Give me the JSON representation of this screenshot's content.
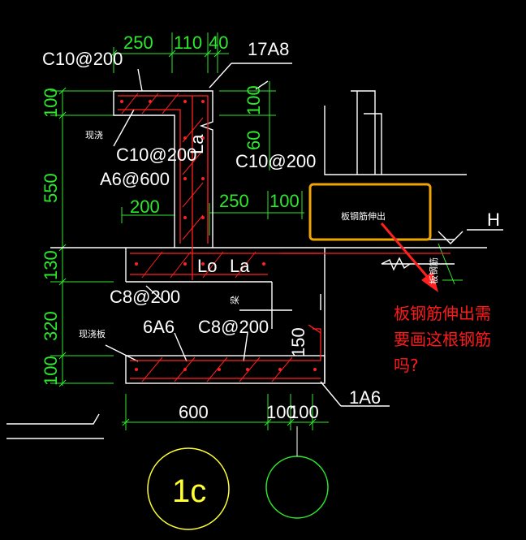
{
  "drawing": {
    "top_dims": [
      "250",
      "110",
      "40"
    ],
    "callout_17A8": "17A8",
    "c10_top": "C10@200",
    "dim_100_left_top": "100",
    "dim_100_right": "100",
    "xianjiao_1": "现浇",
    "c10_mid": "C10@200",
    "c10_right": "C10@200",
    "la_vertical": "La",
    "a6_600": "A6@600",
    "dim_550": "550",
    "dim_60": "60",
    "dim_200": "200",
    "dim_250": "250",
    "dim_100_mid": "100",
    "board_note": "板钢筋伸出",
    "h_label": "H",
    "dim_130": "130",
    "lo_1": "Lo",
    "lo_2": "La",
    "c8_left": "C8@200",
    "liang": "梁",
    "dim_320": "320",
    "xianjiao_2": "现浇板",
    "a6_6": "6A6",
    "c8_bottom": "C8@200",
    "dim_150": "150",
    "dim_100_bottom": "100",
    "a6_1": "1A6",
    "bottom_dims": [
      "600",
      "100",
      "100"
    ],
    "axis_label": "1c",
    "side_small": "板钢筋"
  },
  "annotation": {
    "question_lines": [
      "板钢筋伸出需",
      "要画这根钢筋",
      "吗?"
    ]
  },
  "colors": {
    "dim": "#2ee82e",
    "outline": "#ffffff",
    "rebar": "#ff2020",
    "highlight": "#f0a500",
    "axis": "#ffff33",
    "annotation": "#ff1a1a"
  }
}
